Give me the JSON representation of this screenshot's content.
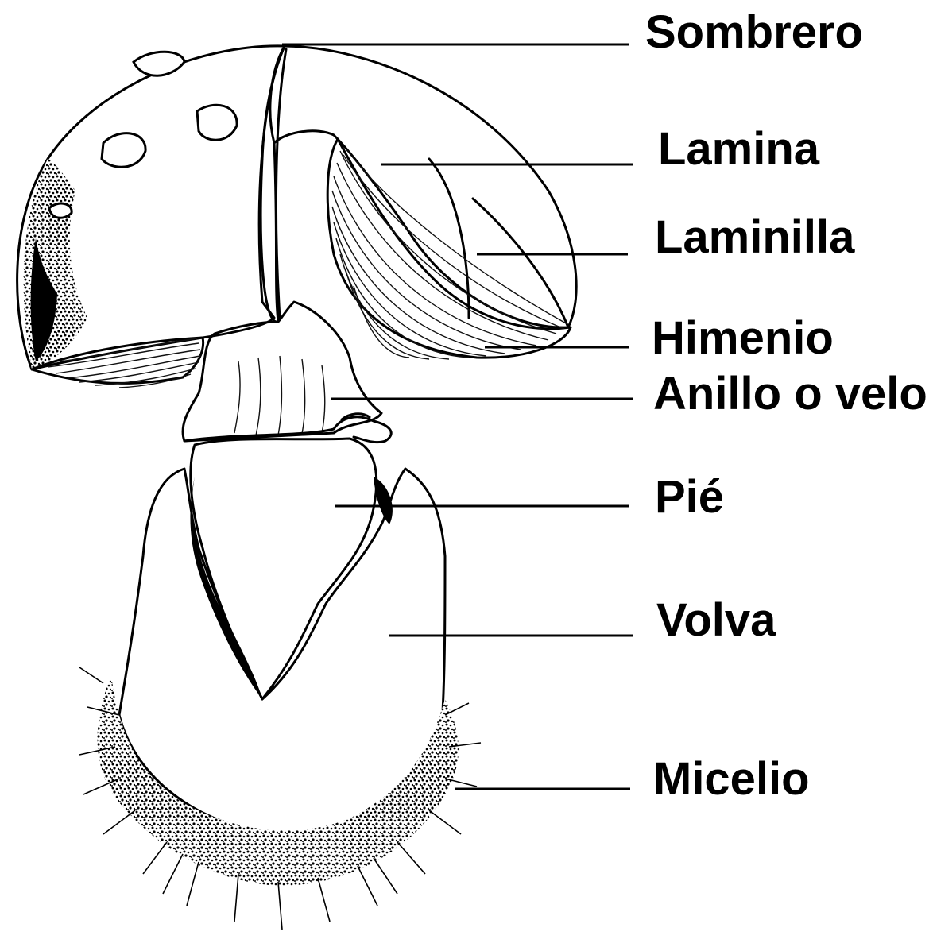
{
  "labels": {
    "sombrero": "Sombrero",
    "lamina": "Lamina",
    "laminilla": "Laminilla",
    "himenio": "Himenio",
    "anillo": "Anillo o velo",
    "pie": "Pié",
    "volva": "Volva",
    "micelio": "Micelio"
  }
}
